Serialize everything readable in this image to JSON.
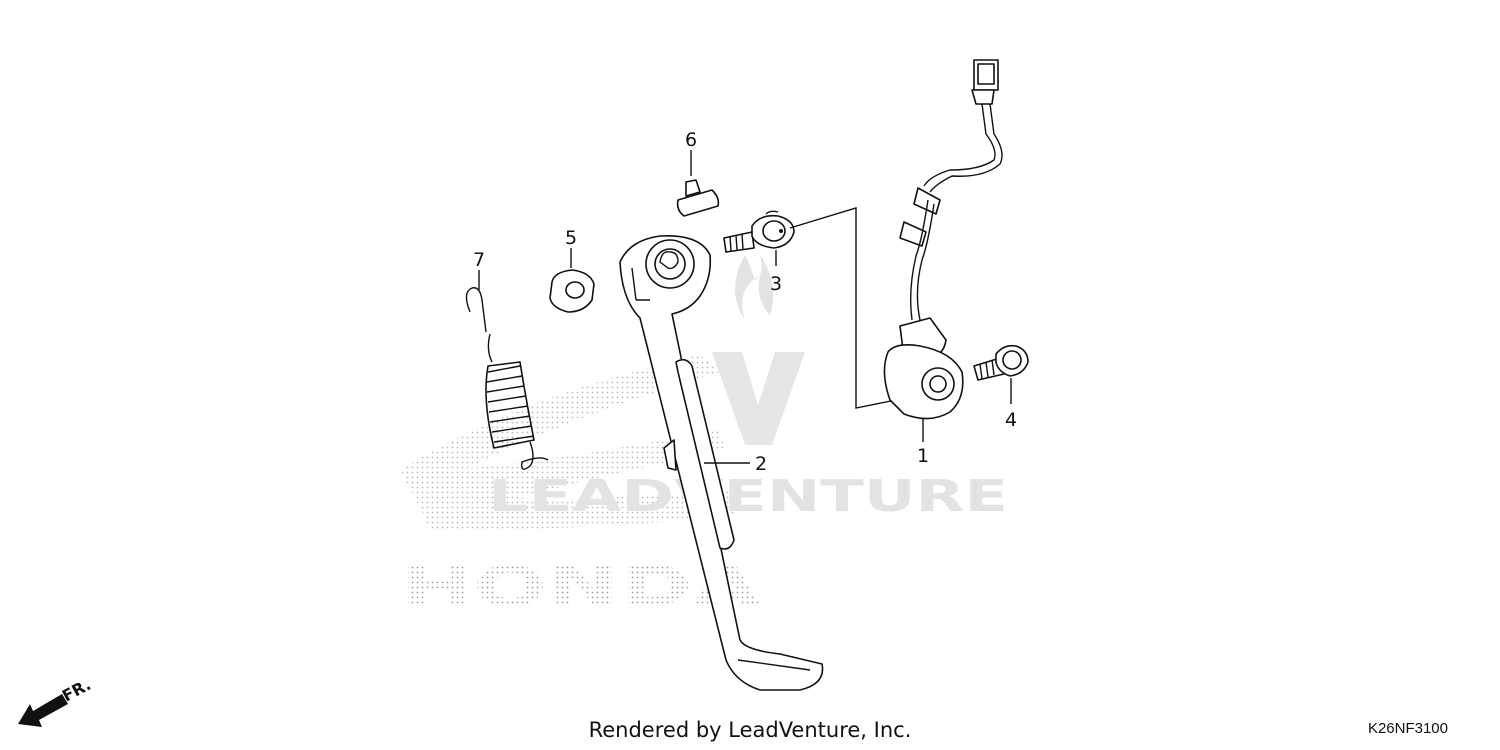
{
  "diagram": {
    "callouts": [
      {
        "id": "1",
        "label": "1"
      },
      {
        "id": "2",
        "label": "2"
      },
      {
        "id": "3",
        "label": "3"
      },
      {
        "id": "4",
        "label": "4"
      },
      {
        "id": "5",
        "label": "5"
      },
      {
        "id": "6",
        "label": "6"
      },
      {
        "id": "7",
        "label": "7"
      }
    ],
    "front_indicator": "FR.",
    "watermarks": {
      "brand": "HONDA",
      "provider": "LEADVENTURE"
    }
  },
  "footer": {
    "credit": "Rendered by LeadVenture, Inc.",
    "diagram_code": "K26NF3100"
  }
}
